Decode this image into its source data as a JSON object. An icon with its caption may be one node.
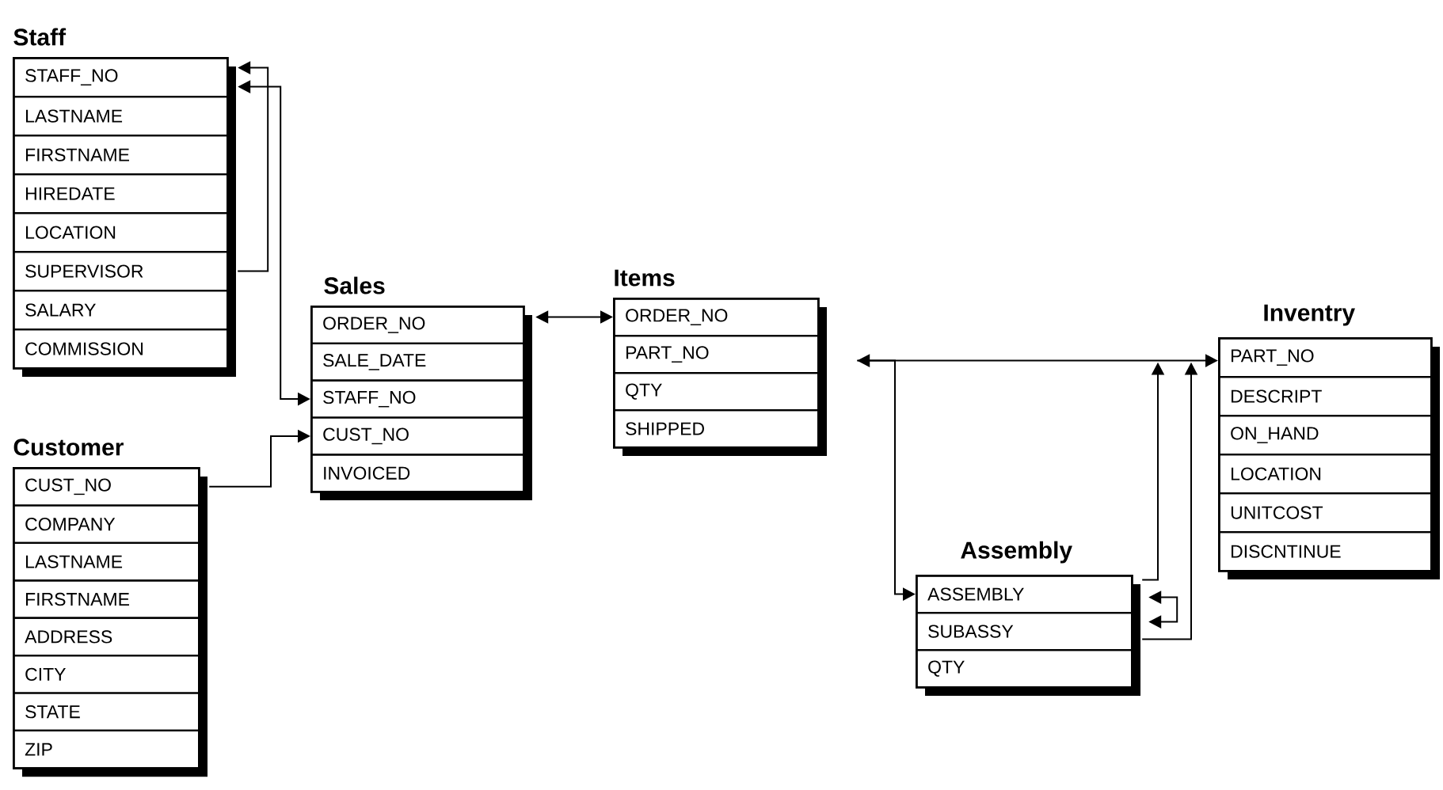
{
  "diagram": {
    "nodes": [
      {
        "text": [
          "Staff"
        ]
      },
      {
        "text": [
          "STAFF_NO"
        ],
        "in": 0
      },
      {
        "text": [
          "LASTNAME"
        ],
        "in": 0
      },
      {
        "text": [
          "FIRSTNAME"
        ],
        "in": 0
      },
      {
        "text": [
          "HIREDATE"
        ],
        "in": 0
      },
      {
        "text": [
          "LOCATION"
        ],
        "in": 0
      },
      {
        "text": [
          "SUPERVISOR"
        ],
        "in": 0
      },
      {
        "text": [
          "SALARY"
        ],
        "in": 0
      },
      {
        "text": [
          "COMMISSION"
        ],
        "in": 0
      },
      {
        "text": [
          "Sales"
        ]
      },
      {
        "text": [
          "ORDER_NO"
        ],
        "in": 9
      },
      {
        "text": [
          "SALE_DATE"
        ],
        "in": 9
      },
      {
        "text": [
          "STAFF_NO"
        ],
        "in": 9
      },
      {
        "text": [
          "CUST_NO"
        ],
        "in": 9
      },
      {
        "text": [
          "INVOICED"
        ],
        "in": 9
      },
      {
        "text": [
          "Items"
        ]
      },
      {
        "text": [
          "ORDER_NO"
        ],
        "in": 15
      },
      {
        "text": [
          "PART_NO"
        ],
        "in": 15
      },
      {
        "text": [
          "QTY"
        ],
        "in": 15
      },
      {
        "text": [
          "SHIPPED"
        ],
        "in": 15
      },
      {
        "text": [
          "Inventry"
        ]
      },
      {
        "text": [
          "PART_NO"
        ],
        "in": 20
      },
      {
        "text": [
          "DESCRIPT"
        ],
        "in": 20
      },
      {
        "text": [
          "ON_HAND"
        ],
        "in": 20
      },
      {
        "text": [
          "LOCATION"
        ],
        "in": 20
      },
      {
        "text": [
          "UNITCOST"
        ],
        "in": 20
      },
      {
        "text": [
          "DISCNTINUE"
        ],
        "in": 20
      },
      {
        "text": [
          "Customer"
        ]
      },
      {
        "text": [
          "CUST_NO"
        ],
        "in": 27
      },
      {
        "text": [
          "COMPANY"
        ],
        "in": 27
      },
      {
        "text": [
          "LASTNAME"
        ],
        "in": 27
      },
      {
        "text": [
          "FIRSTNAME"
        ],
        "in": 27
      },
      {
        "text": [
          "ADDRESS"
        ],
        "in": 27
      },
      {
        "text": [
          "CITY"
        ],
        "in": 27
      },
      {
        "text": [
          "STATE"
        ],
        "in": 27
      },
      {
        "text": [
          "ZIP"
        ],
        "in": 27
      },
      {
        "text": [
          "Assembly"
        ]
      },
      {
        "text": [
          "ASSEMBLY"
        ],
        "in": 36
      },
      {
        "text": [
          "SUBASSY"
        ],
        "in": 36
      },
      {
        "text": [
          "QTY"
        ],
        "in": 36
      }
    ],
    "edges": [
      {
        "from": 6,
        "to": 1,
        "arrow": "to"
      },
      {
        "from": 12,
        "to": 1,
        "arrow": "both"
      },
      {
        "from": 28,
        "to": 13,
        "arrow": "to"
      },
      {
        "from": 10,
        "to": 16,
        "arrow": "both"
      },
      {
        "from": 17,
        "to": 21,
        "arrow": "both"
      },
      {
        "from": 17,
        "to": 37,
        "arrow": "to"
      },
      {
        "from": 37,
        "to": 21,
        "arrow": "to"
      },
      {
        "from": 38,
        "to": 21,
        "arrow": "to"
      },
      {
        "from": 38,
        "to": 37,
        "arrow": "both"
      }
    ]
  }
}
